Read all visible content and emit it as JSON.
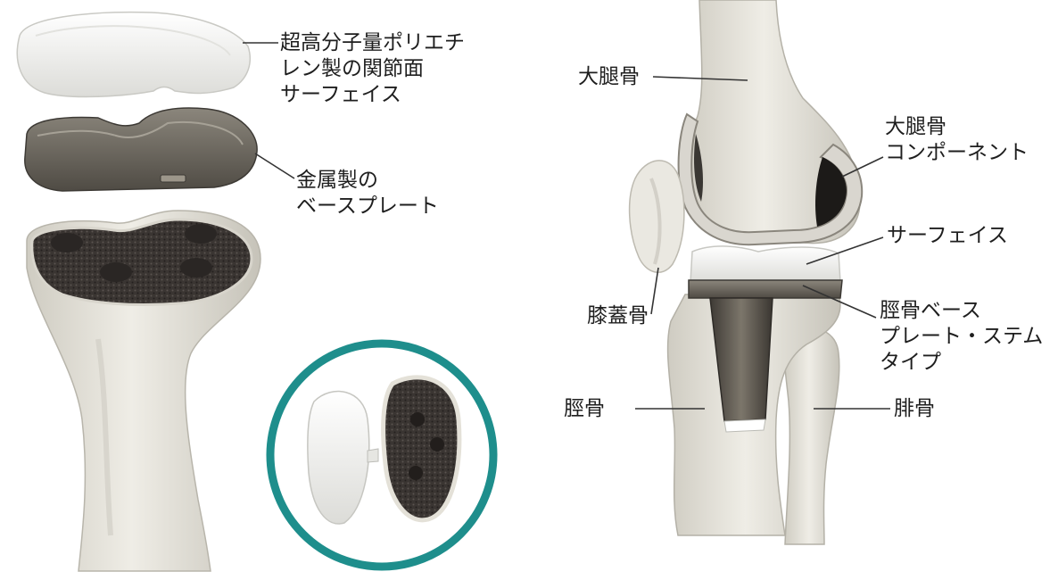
{
  "labels": {
    "uhmwpe_surface": "超高分子量ポリエチ\nレン製の関節面\nサーフェイス",
    "metal_baseplate": "金属製の\nベースプレート",
    "femur_top": "大腿骨",
    "femoral_component": "大腿骨\nコンポーネント",
    "surface": "サーフェイス",
    "patella": "膝蓋骨",
    "tibial_stem_baseplate": "脛骨ベース\nプレート・ステム\nタイプ",
    "tibia": "脛骨",
    "fibula": "腓骨"
  },
  "colors": {
    "bone": "#e9e7df",
    "bone_shadow": "#b8b5ab",
    "polyethylene": "#f4f4f2",
    "metal": "#6e6960",
    "porous": "#3a3532",
    "ring": "#1e8e8c",
    "leader": "#333333"
  }
}
